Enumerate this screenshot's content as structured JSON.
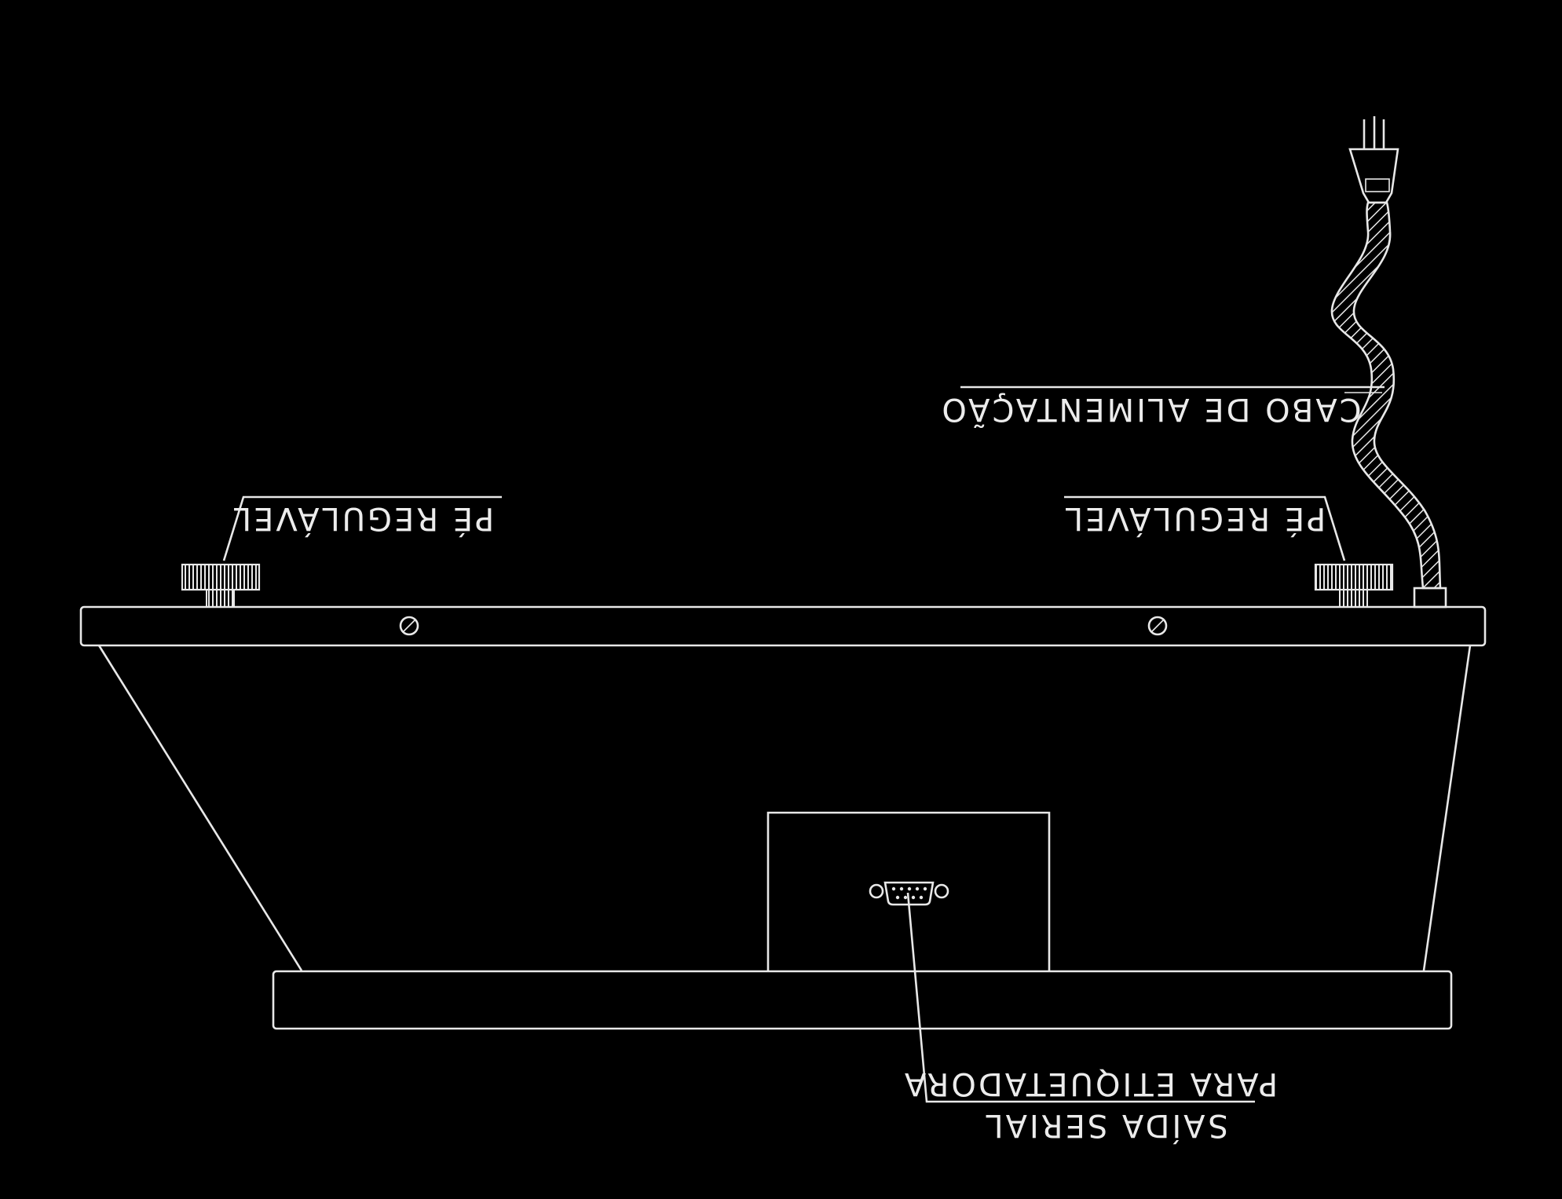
{
  "diagram": {
    "labels": {
      "foot_left": "PÉ REGULÁVEL",
      "foot_right": "PÉ REGULÁVEL",
      "power_cable": "CABO DE ALIMENTAÇÃO",
      "serial_line1": "SAÍDA SERIAL",
      "serial_line2": "PARA ETIQUETADORA"
    },
    "colors": {
      "background": "#000000",
      "line": "#e8e8e8"
    }
  }
}
